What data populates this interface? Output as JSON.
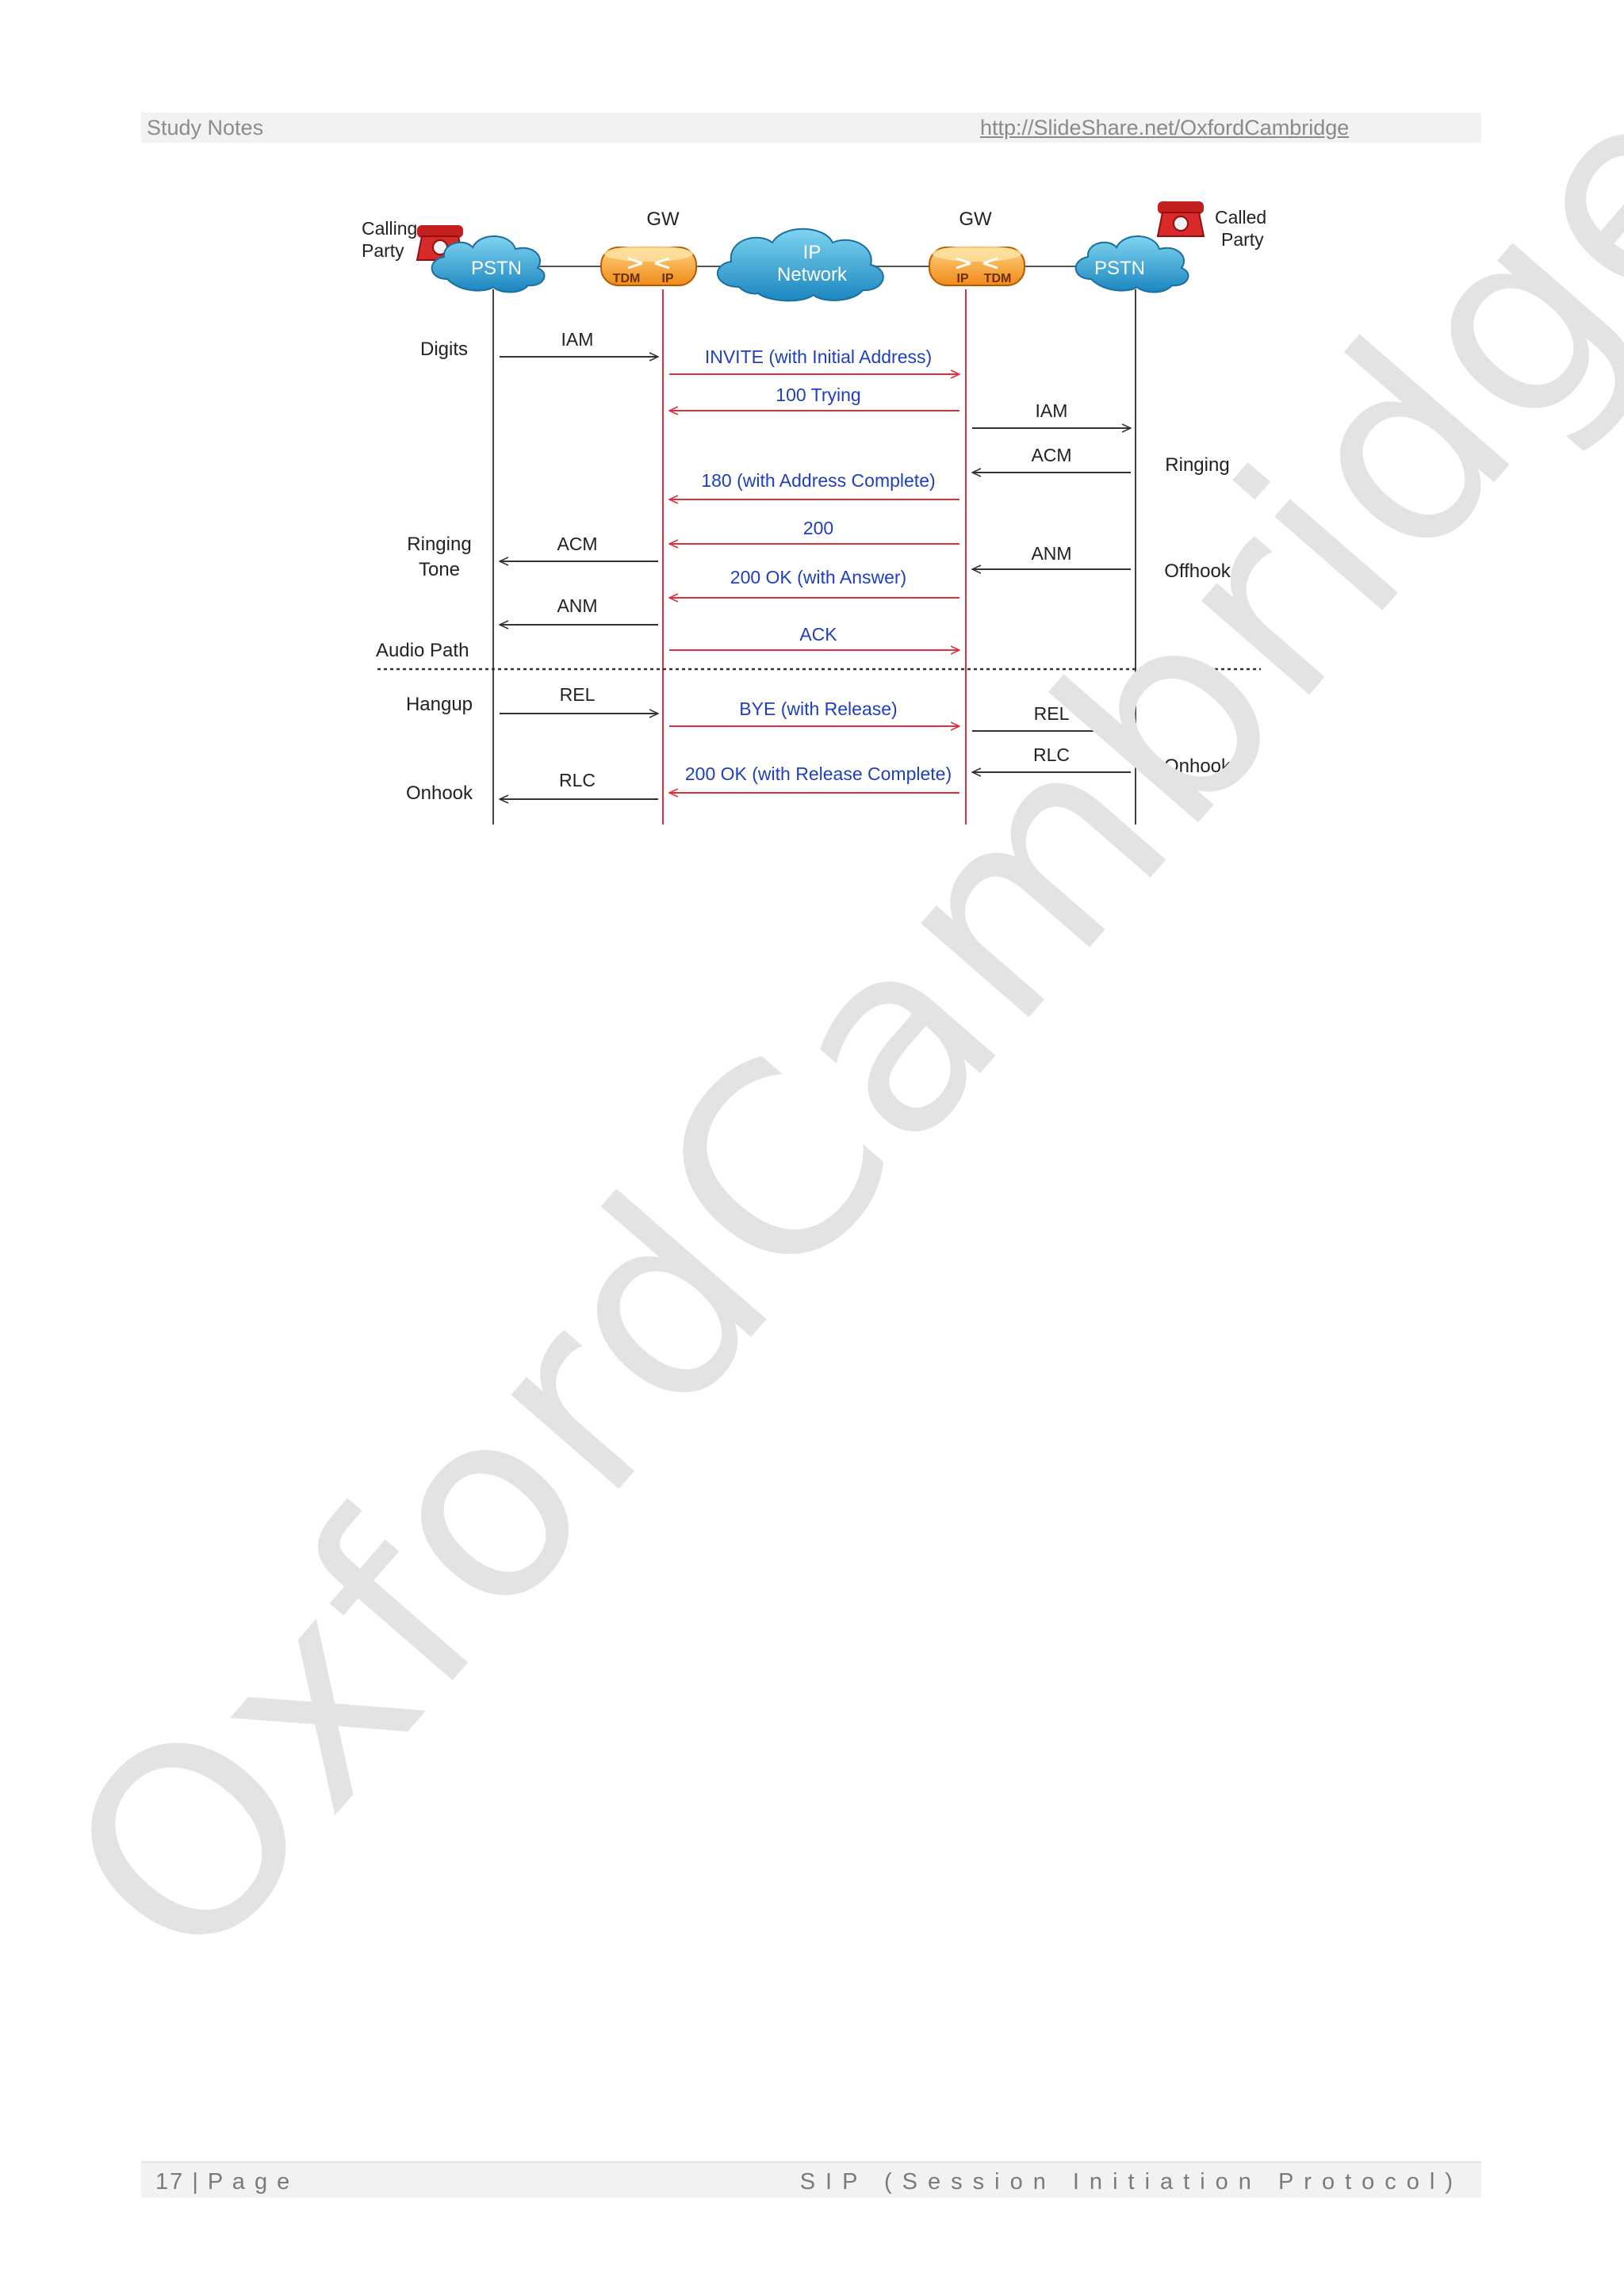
{
  "header": {
    "left_text": "Study Notes",
    "url": "http://SlideShare.net/OxfordCambridge"
  },
  "footer": {
    "page": "17 | P a g e",
    "title": "SIP (Session Initiation Protocol)"
  },
  "watermark": "OxfordCambridge.Org",
  "diagram": {
    "top": {
      "calling_party_line1": "Calling",
      "calling_party_line2": "Party",
      "pstn_left": "PSTN",
      "gw_left": "GW",
      "gw_left_tdm": "TDM",
      "gw_left_ip": "IP",
      "ip_line1": "IP",
      "ip_line2": "Network",
      "gw_right": "GW",
      "gw_right_ip": "IP",
      "gw_right_tdm": "TDM",
      "pstn_right": "PSTN",
      "called_party_line1": "Called",
      "called_party_line2": "Party"
    },
    "left_notes": {
      "digits": "Digits",
      "ringing_tone_1": "Ringing",
      "ringing_tone_2": "Tone",
      "audio_path": "Audio Path",
      "hangup": "Hangup",
      "onhook": "Onhook"
    },
    "right_notes": {
      "ringing": "Ringing",
      "offhook": "Offhook",
      "onhook": "Onhook"
    },
    "messages": {
      "iam_left": "IAM",
      "invite": "INVITE (with Initial Address)",
      "trying": "100 Trying",
      "iam_right": "IAM",
      "acm_right": "ACM",
      "ringing_180": "180 (with Address Complete)",
      "ok_200": "200",
      "acm_left": "ACM",
      "anm_right": "ANM",
      "ok_answer": "200 OK (with Answer)",
      "anm_left": "ANM",
      "ack": "ACK",
      "rel_left": "REL",
      "bye": "BYE (with Release)",
      "rel_right": "REL",
      "rlc_right": "RLC",
      "rlc_left": "RLC",
      "ok_release": "200 OK (with Release Complete)"
    }
  }
}
